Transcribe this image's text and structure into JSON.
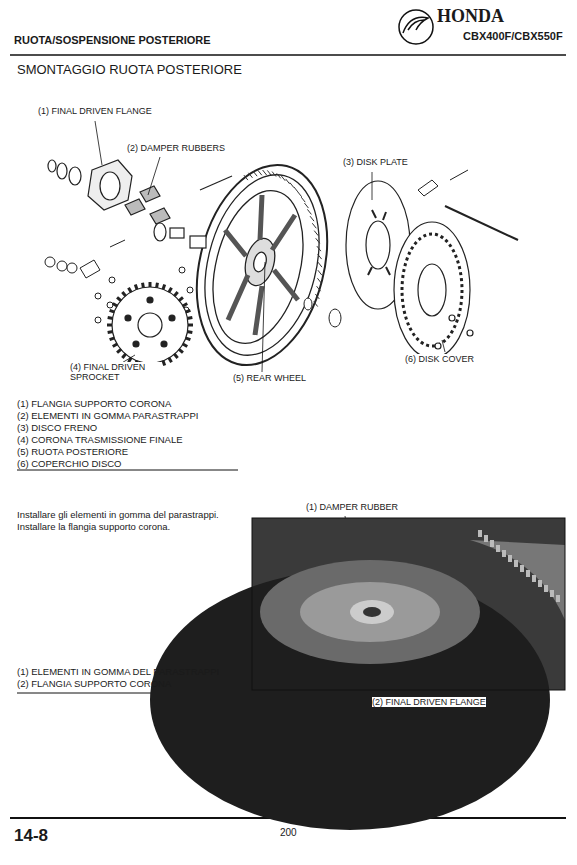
{
  "diagram": {
    "title": "SMONTAGGIO RUOTA POSTERIORE",
    "labels": [
      "RUOTA/SOSPENSIONE POSTERIORE",
      "HONDA",
      "CBX400F/CBX550F",
      "(1) FINAL DRIVEN FLANGE",
      "(2) DAMPER RUBBERS",
      "(3) DISK PLATE",
      "(4) FINAL DRIVEN SPROCKET",
      "(5) REAR WHEEL",
      "(6) DISK COVER",
      "(1) FLANGIA SUPPORTO CORONA",
      "(2) ELEMENTI IN GOMMA PARASTRAPPI",
      "(3) DISCO FRENO",
      "(4) CORONA TRASMISSIONE FINALE",
      "(5) RUOTA POSTERIORE",
      "(6) COPERCHIO DISCO",
      "Installare gli elementi in gomma del parastrappi.",
      "Installare la flangia supporto corona.",
      "(1) DAMPER RUBBER",
      "(2) FINAL DRIVEN FLANGE",
      "(1) ELEMENTI IN GOMMA DEL PARASTRAPPI",
      "(2) FLANGIA SUPPORTO CORONA",
      "14-8",
      "200"
    ]
  }
}
